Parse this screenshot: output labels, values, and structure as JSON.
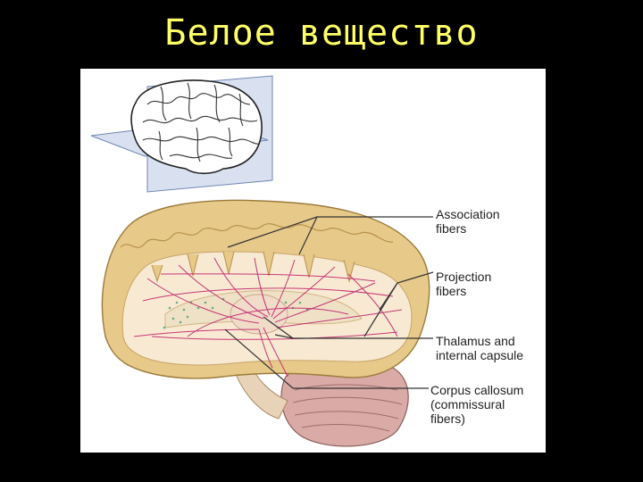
{
  "slide": {
    "title": "Белое вещество"
  },
  "labels": {
    "association": "Association\nfibers",
    "projection": "Projection\nfibers",
    "thalamus": "Thalamus and\ninternal capsule",
    "corpus": "Corpus callosum\n(commissural\nfibers)"
  },
  "colors": {
    "title": "#ffff66",
    "cortex": "#e7c98a",
    "white_matter": "#f8ead2",
    "fibers": "#c0246e",
    "plane": "#b9c9e6"
  }
}
